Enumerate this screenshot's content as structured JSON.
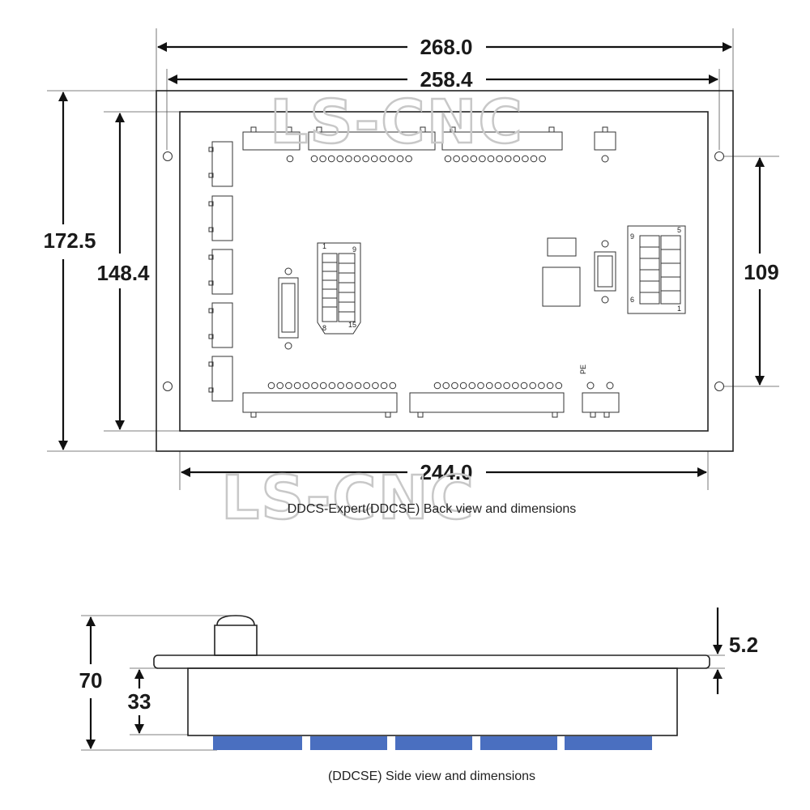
{
  "watermark": "LS-CNC",
  "back_view": {
    "caption": "DDCS-Expert(DDCSE) Back view and dimensions",
    "dims": {
      "overall_width": "268.0",
      "inner_width": "258.4",
      "overall_height": "172.5",
      "inner_height": "148.4",
      "hole_spacing": "109",
      "bottom_width": "244.0"
    },
    "connector_left": {
      "pin_first": "1",
      "pin_top_right": "9",
      "pin_bottom_left": "8",
      "pin_last": "15"
    },
    "connector_right": {
      "pin_top_left": "9",
      "pin_top_right": "5",
      "pin_bottom_left": "6",
      "pin_bottom_right": "1"
    },
    "pe_label": "PE"
  },
  "side_view": {
    "caption": "(DDCSE) Side view and dimensions",
    "dims": {
      "total_depth": "70",
      "body_depth": "33",
      "panel_thickness": "5.2"
    },
    "accent_color": "#4a6fc0"
  }
}
